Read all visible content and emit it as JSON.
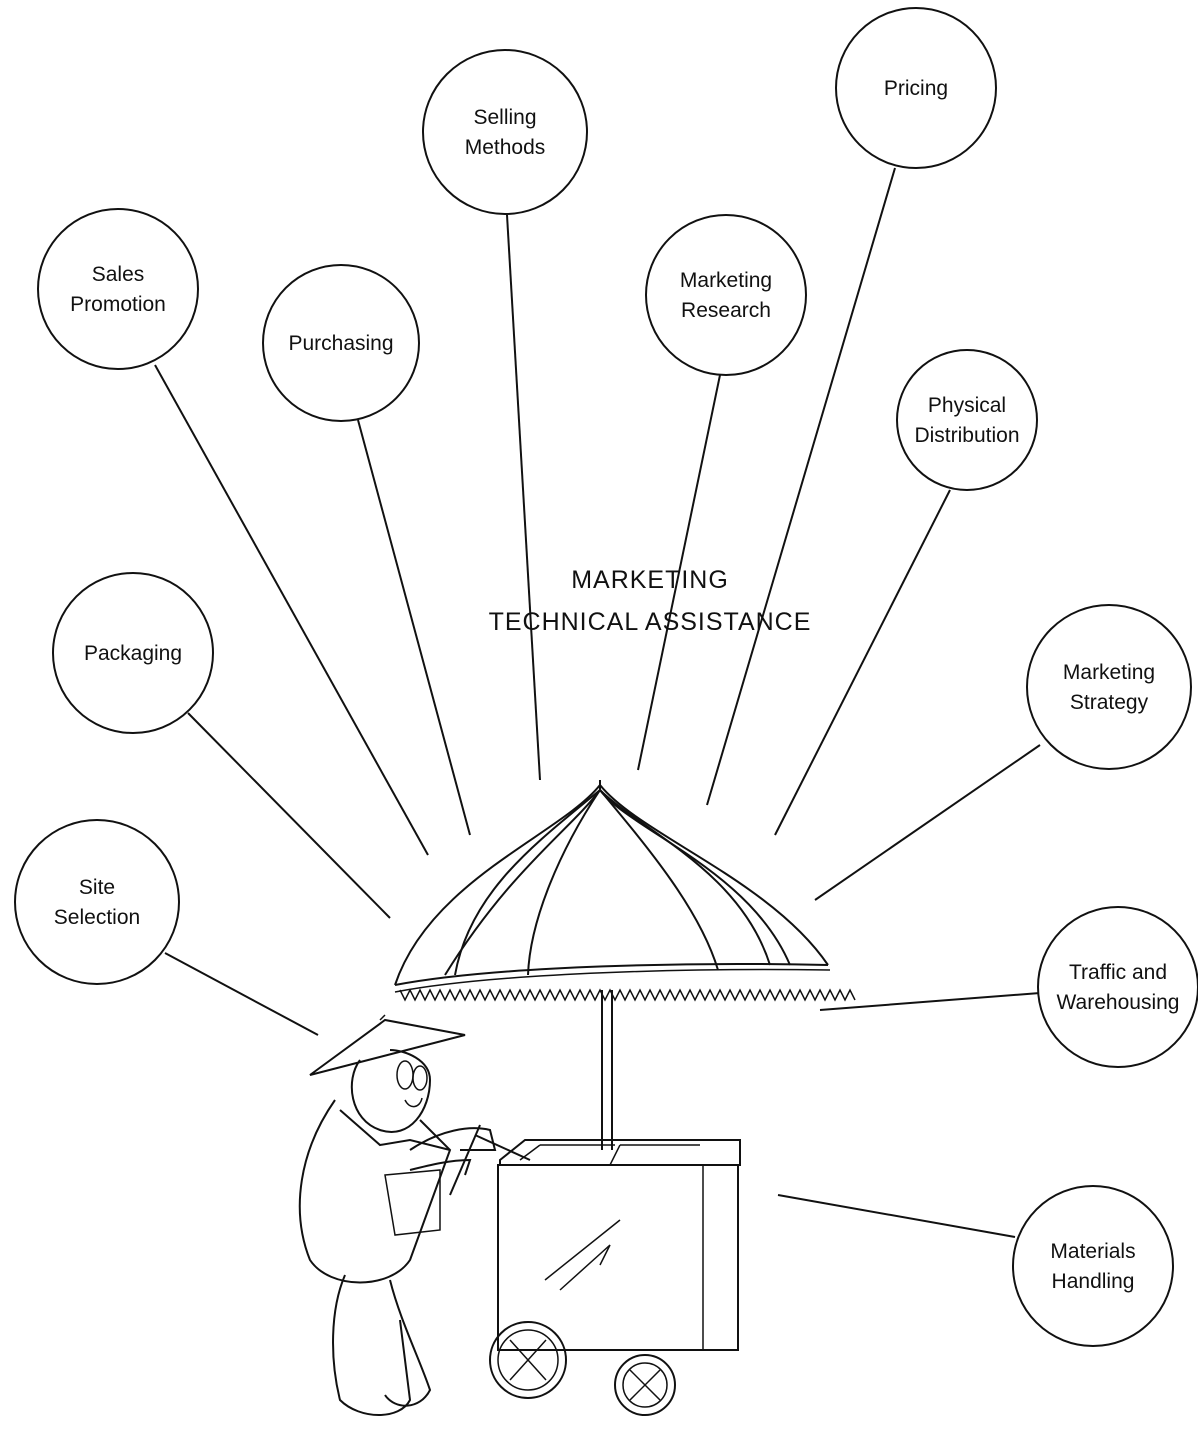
{
  "title": {
    "line1": "MARKETING",
    "line2": "TECHNICAL ASSISTANCE"
  },
  "nodes": [
    {
      "id": "selling-methods",
      "lines": [
        "Selling",
        "Methods"
      ]
    },
    {
      "id": "pricing",
      "lines": [
        "Pricing"
      ]
    },
    {
      "id": "sales-promotion",
      "lines": [
        "Sales",
        "Promotion"
      ]
    },
    {
      "id": "purchasing",
      "lines": [
        "Purchasing"
      ]
    },
    {
      "id": "marketing-research",
      "lines": [
        "Marketing",
        "Research"
      ]
    },
    {
      "id": "physical-distribution",
      "lines": [
        "Physical",
        "Distribution"
      ]
    },
    {
      "id": "packaging",
      "lines": [
        "Packaging"
      ]
    },
    {
      "id": "marketing-strategy",
      "lines": [
        "Marketing",
        "Strategy"
      ]
    },
    {
      "id": "site-selection",
      "lines": [
        "Site",
        "Selection"
      ]
    },
    {
      "id": "traffic-warehousing",
      "lines": [
        "Traffic and",
        "Warehousing"
      ]
    },
    {
      "id": "materials-handling",
      "lines": [
        "Materials",
        "Handling"
      ]
    }
  ],
  "illustration": {
    "icon": "vendor-cart-umbrella-illustration"
  }
}
